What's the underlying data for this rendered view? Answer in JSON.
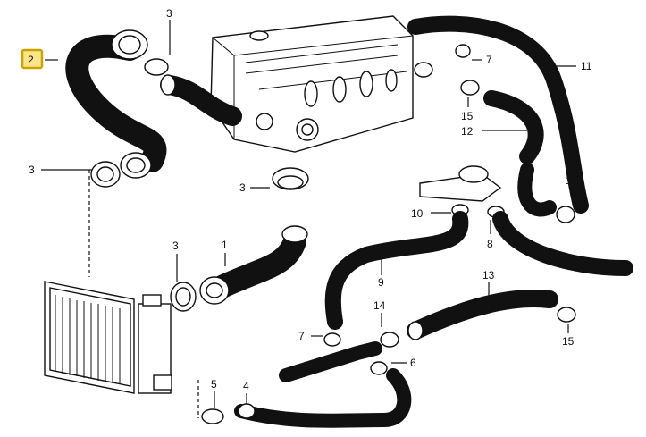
{
  "diagram": {
    "selected_part": "2",
    "parts": [
      {
        "id": "p2",
        "number": "2"
      },
      {
        "id": "p3a",
        "number": "3"
      },
      {
        "id": "p3b",
        "number": "3"
      },
      {
        "id": "p3c",
        "number": "3"
      },
      {
        "id": "p3d",
        "number": "3"
      },
      {
        "id": "p1",
        "number": "1"
      },
      {
        "id": "p7a",
        "number": "7"
      },
      {
        "id": "p11",
        "number": "11"
      },
      {
        "id": "p15a",
        "number": "15"
      },
      {
        "id": "p12",
        "number": "12"
      },
      {
        "id": "p15b",
        "number": "15"
      },
      {
        "id": "p10",
        "number": "10"
      },
      {
        "id": "p8",
        "number": "8"
      },
      {
        "id": "p9",
        "number": "9"
      },
      {
        "id": "p13",
        "number": "13"
      },
      {
        "id": "p14",
        "number": "14"
      },
      {
        "id": "p7b",
        "number": "7"
      },
      {
        "id": "p15c",
        "number": "15"
      },
      {
        "id": "p6",
        "number": "6"
      },
      {
        "id": "p5",
        "number": "5"
      },
      {
        "id": "p4",
        "number": "4"
      }
    ]
  }
}
